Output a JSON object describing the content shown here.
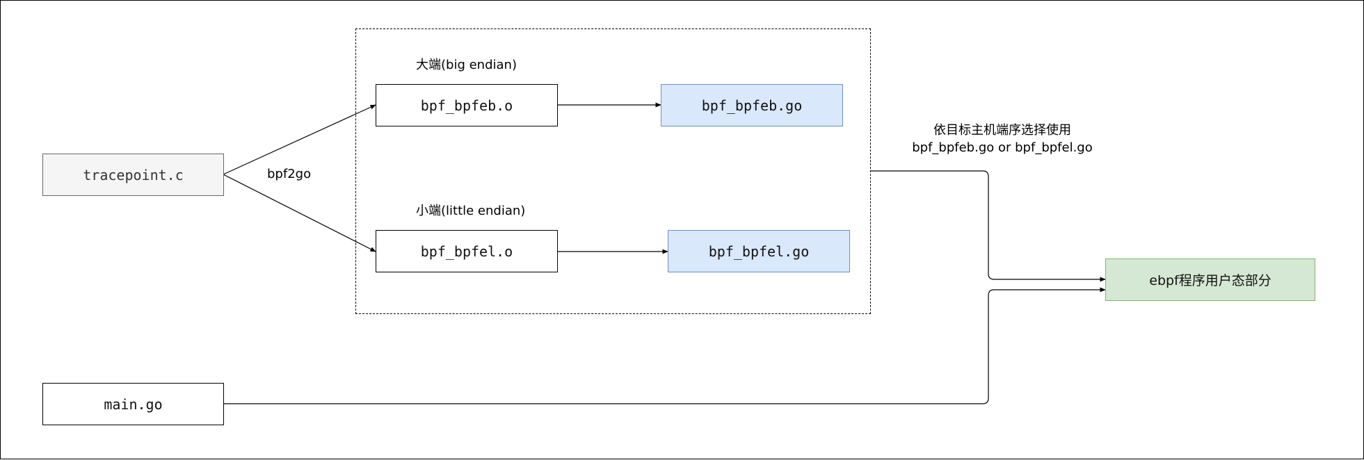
{
  "diagram": {
    "nodes": {
      "source": "tracepoint.c",
      "main": "main.go",
      "be_obj": "bpf_bpfeb.o",
      "be_go": "bpf_bpfeb.go",
      "le_obj": "bpf_bpfel.o",
      "le_go": "bpf_bpfel.go",
      "target": "ebpf程序用户态部分"
    },
    "labels": {
      "tool": "bpf2go",
      "big_endian": "大端(big endian)",
      "little_endian": "小端(little endian)",
      "note_line1": "依目标主机端序选择使用",
      "note_line2": "bpf_bpfeb.go or bpf_bpfel.go"
    },
    "colors": {
      "gray_fill": "#f5f5f5",
      "blue_fill": "#dae8fc",
      "blue_stroke": "#6c8ebf",
      "green_fill": "#d5e8d4",
      "green_stroke": "#82b366"
    }
  }
}
